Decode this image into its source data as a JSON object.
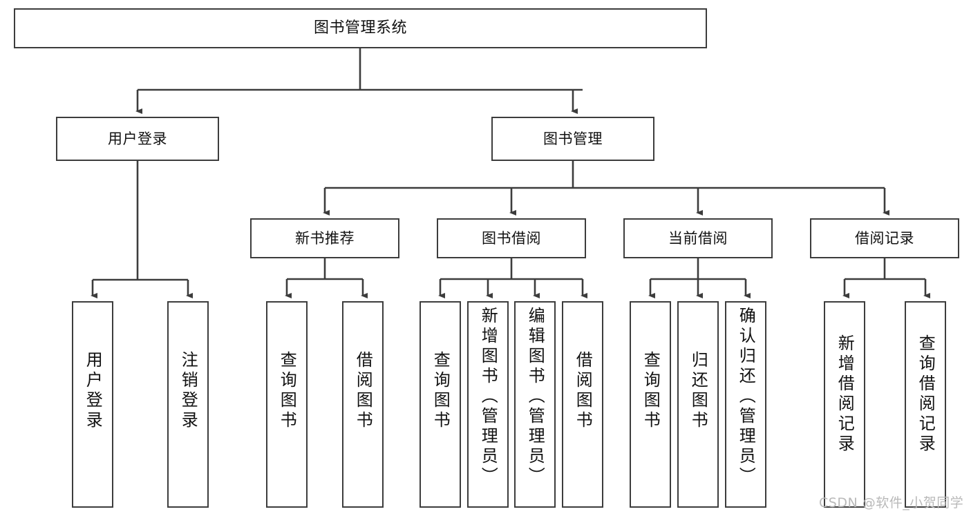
{
  "diagram": {
    "title": "图书管理系统",
    "type": "tree-hierarchy",
    "root": {
      "label": "图书管理系统"
    },
    "level1": [
      {
        "label": "用户登录"
      },
      {
        "label": "图书管理"
      }
    ],
    "level2": [
      {
        "label": "新书推荐"
      },
      {
        "label": "图书借阅"
      },
      {
        "label": "当前借阅"
      },
      {
        "label": "借阅记录"
      }
    ],
    "leaves": {
      "user_login": [
        {
          "label": "用户登录"
        },
        {
          "label": "注销登录"
        }
      ],
      "new_book_recommend": [
        {
          "label": "查询图书"
        },
        {
          "label": "借阅图书"
        }
      ],
      "book_borrow": [
        {
          "label": "查询图书"
        },
        {
          "label": "新增图书（管理员）"
        },
        {
          "label": "编辑图书（管理员）"
        },
        {
          "label": "借阅图书"
        }
      ],
      "current_borrow": [
        {
          "label": "查询图书"
        },
        {
          "label": "归还图书"
        },
        {
          "label": "确认归还（管理员）"
        }
      ],
      "borrow_record": [
        {
          "label": "新增借阅记录"
        },
        {
          "label": "查询借阅记录"
        }
      ]
    },
    "watermark": "CSDN @软件_小贺同学",
    "colors": {
      "stroke": "#3c3c3c",
      "fill": "#ffffff",
      "text": "#111111",
      "watermark": "#b9b9b9"
    }
  }
}
